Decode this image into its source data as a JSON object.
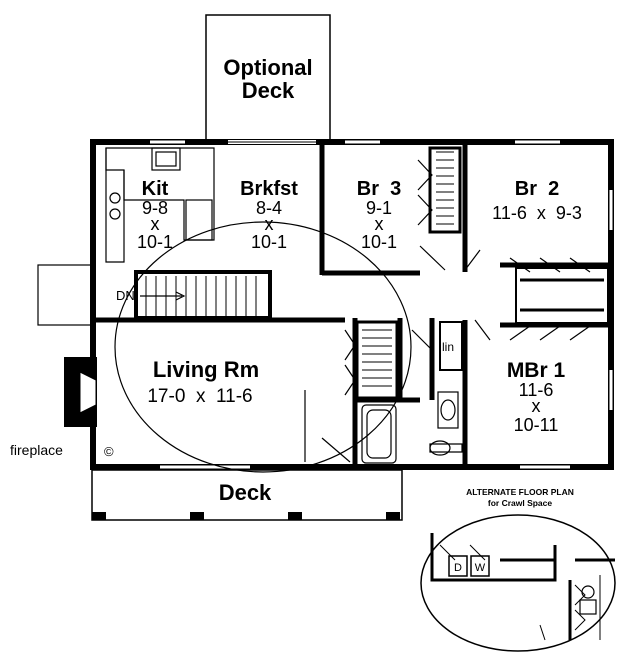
{
  "deck_top": {
    "line1": "Optional",
    "line2": "Deck"
  },
  "rooms": {
    "kit": {
      "name": "Kit",
      "dim1": "9-8",
      "x": "x",
      "dim2": "10-1"
    },
    "brkfst": {
      "name": "Brkfst",
      "dim1": "8-4",
      "x": "x",
      "dim2": "10-1"
    },
    "br3": {
      "name": "Br  3",
      "dim1": "9-1",
      "x": "x",
      "dim2": "10-1"
    },
    "br2": {
      "name": "Br  2",
      "dims": "11-6  x  9-3"
    },
    "living": {
      "name": "Living Rm",
      "dims": "17-0  x  11-6"
    },
    "mbr1": {
      "name": "MBr 1",
      "dim1": "11-6",
      "x": "x",
      "dim2": "10-11"
    }
  },
  "labels": {
    "dn": "DN",
    "lin": "lin",
    "copyright": "©",
    "fireplace": "fireplace",
    "deck_bottom": "Deck"
  },
  "alt_plan": {
    "title": "ALTERNATE FLOOR PLAN",
    "subtitle": "for Crawl Space",
    "dryer": "D",
    "washer": "W"
  }
}
